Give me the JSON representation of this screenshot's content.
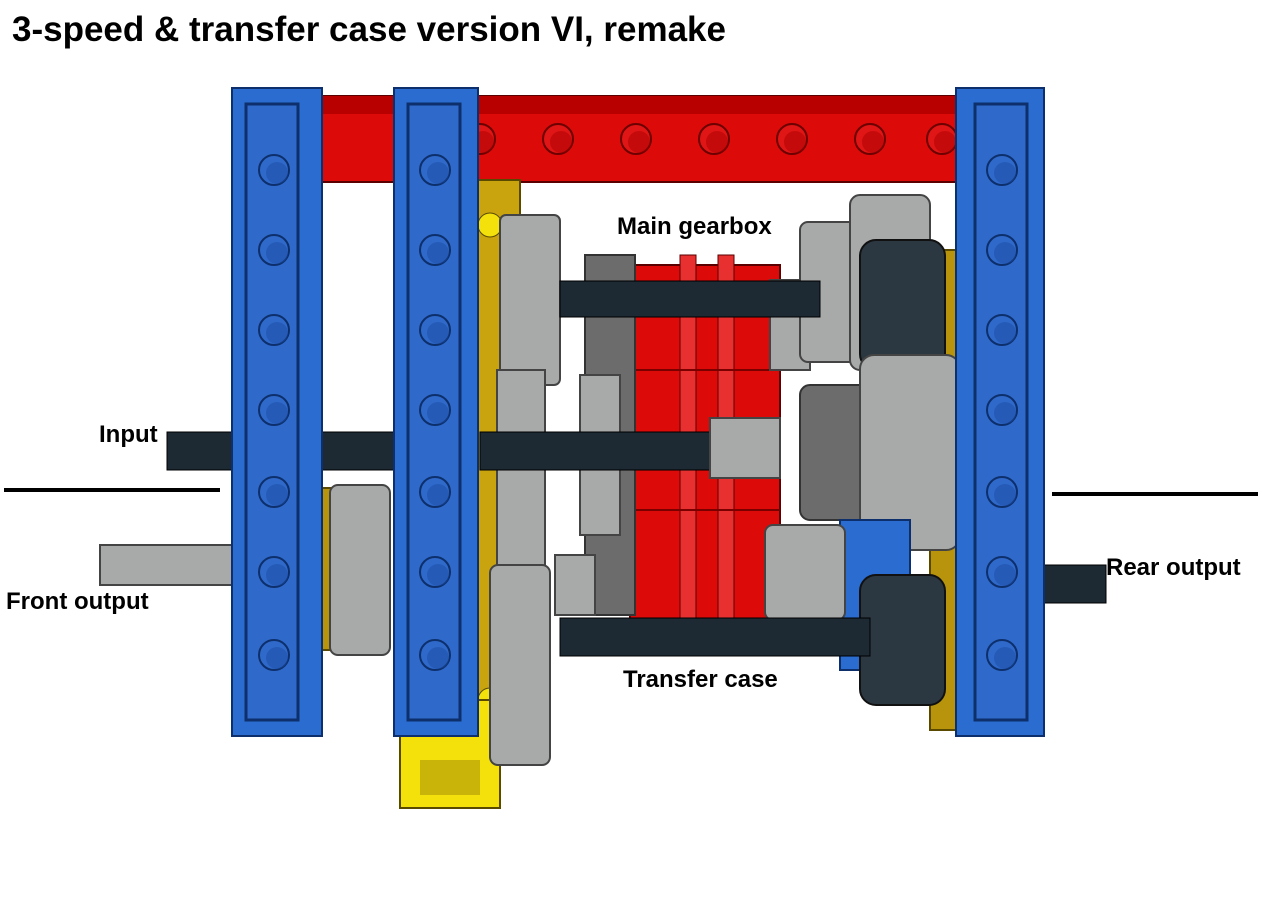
{
  "title": "3-speed & transfer case version VI, remake",
  "labels": {
    "main_gearbox": "Main gearbox",
    "input": "Input",
    "front_output": "Front output",
    "rear_output": "Rear output",
    "transfer_case": "Transfer case"
  },
  "colors": {
    "beam_blue": "#2a6cd0",
    "beam_red": "#dd0a0a",
    "plate_yellow": "#f4e10c",
    "plate_mustard": "#b8930c",
    "gear_light_gray": "#a7aaa8",
    "gear_dark_gray": "#6b6c6b",
    "axle_black": "#1d2a33",
    "gear_black": "#2b3842"
  }
}
